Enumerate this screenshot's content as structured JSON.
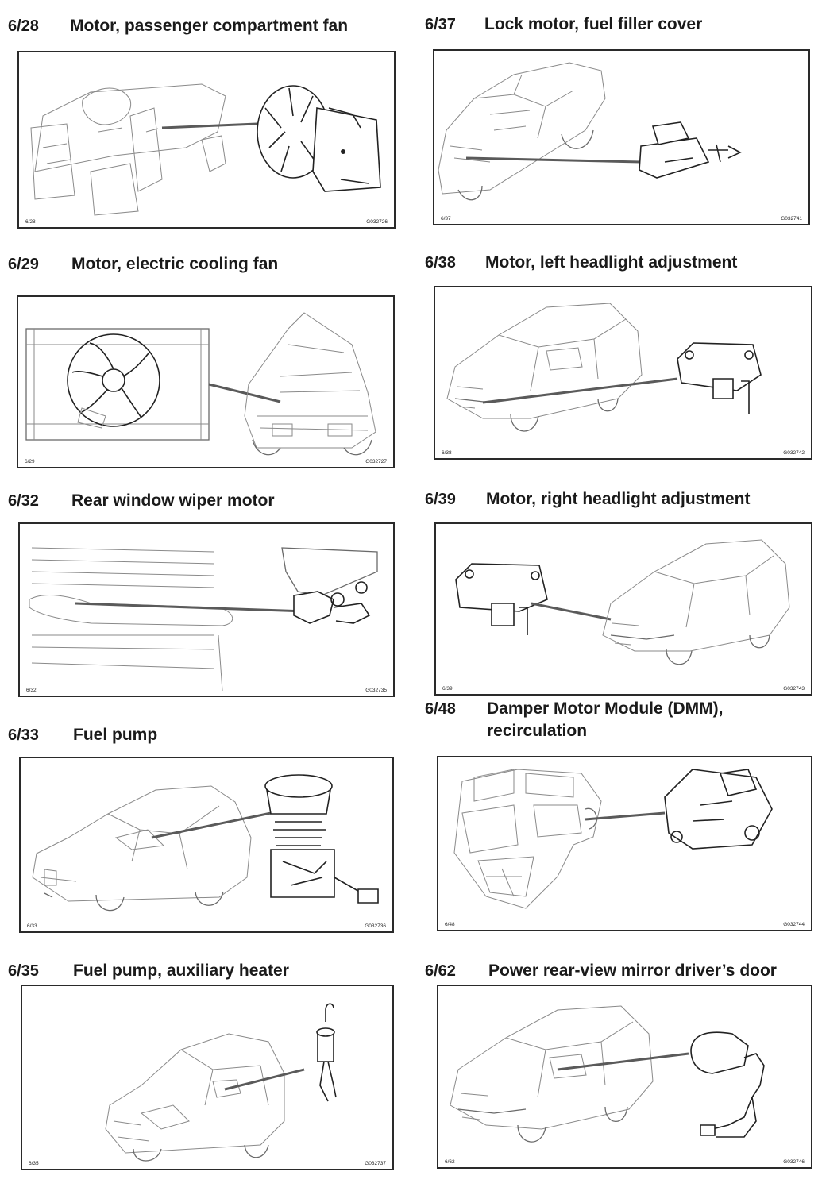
{
  "items": [
    {
      "code": "6/28",
      "title": "Motor, passenger compartment fan",
      "cap_left": "6/28",
      "cap_right": "G032726"
    },
    {
      "code": "6/37",
      "title": "Lock motor, fuel filler cover",
      "cap_left": "6/37",
      "cap_right": "G032741"
    },
    {
      "code": "6/29",
      "title": "Motor, electric cooling fan",
      "cap_left": "6/29",
      "cap_right": "G032727"
    },
    {
      "code": "6/38",
      "title": "Motor, left headlight adjustment",
      "cap_left": "6/38",
      "cap_right": "G032742"
    },
    {
      "code": "6/32",
      "title": "Rear window wiper motor",
      "cap_left": "6/32",
      "cap_right": "G032735"
    },
    {
      "code": "6/39",
      "title": "Motor, right headlight adjustment",
      "cap_left": "6/39",
      "cap_right": "G032743"
    },
    {
      "code": "6/33",
      "title": "Fuel pump",
      "cap_left": "6/33",
      "cap_right": "G032736"
    },
    {
      "code": "6/48",
      "title_line1": "Damper Motor Module (DMM),",
      "title_line2": "recirculation",
      "cap_left": "6/48",
      "cap_right": "G032744"
    },
    {
      "code": "6/35",
      "title": "Fuel pump, auxiliary heater",
      "cap_left": "6/35",
      "cap_right": "G032737"
    },
    {
      "code": "6/62",
      "title": "Power rear-view mirror driver’s door",
      "cap_left": "6/62",
      "cap_right": "G032746"
    }
  ],
  "icons": {
    "6/28": "dashboard-and-blower-fan-motor-illustration",
    "6/37": "sedan-and-fuel-filler-lock-motor-illustration",
    "6/29": "radiator-cooling-fan-and-engine-bay-illustration",
    "6/38": "car-front-and-headlight-adjuster-motor-illustration",
    "6/32": "tailgate-and-rear-wiper-motor-illustration",
    "6/39": "headlight-adjuster-motor-and-car-front-illustration",
    "6/33": "car-cutaway-and-fuel-pump-module-illustration",
    "6/48": "heater-unit-and-damper-motor-illustration",
    "6/35": "car-cutaway-and-auxiliary-fuel-pump-illustration",
    "6/62": "car-and-door-mirror-illustration"
  }
}
